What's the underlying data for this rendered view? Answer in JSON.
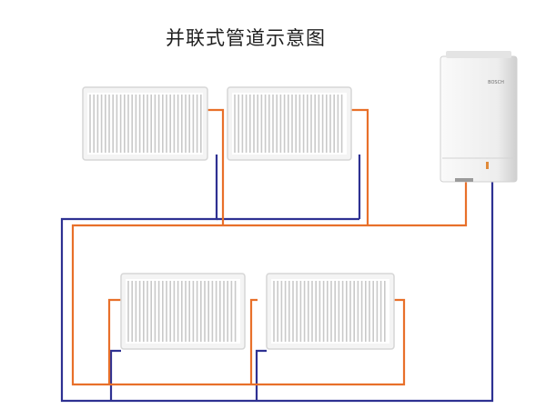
{
  "title": "并联式管道示意图",
  "boiler": {
    "brand": "BOSCH"
  },
  "colors": {
    "supply_pipe": "#e8702a",
    "return_pipe": "#2e3192",
    "radiator_fill": "#f4f4f4",
    "radiator_fin": "#c9c9c9",
    "radiator_frame": "#d6d6d6",
    "boiler_body": "#f2f2f2",
    "boiler_shade": "#d9d9d9"
  },
  "radiators": [
    {
      "id": "upper-left"
    },
    {
      "id": "upper-right"
    },
    {
      "id": "lower-left"
    },
    {
      "id": "lower-right"
    }
  ]
}
